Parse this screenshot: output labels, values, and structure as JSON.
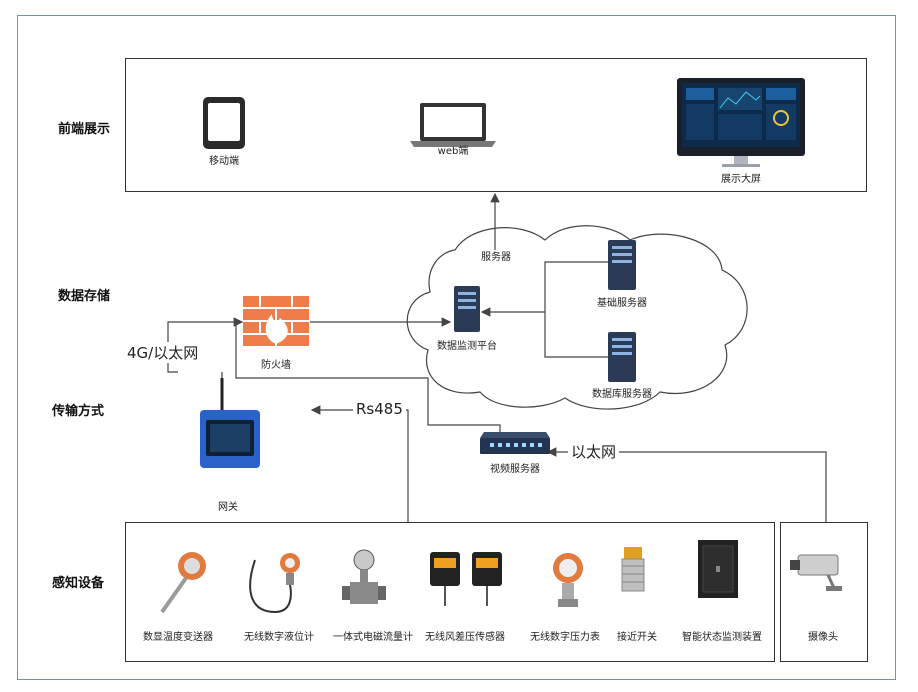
{
  "layers": {
    "frontend": "前端展示",
    "storage": "数据存储",
    "transport": "传输方式",
    "sensing": "感知设备"
  },
  "frontend_items": {
    "mobile": "移动端",
    "web": "web端",
    "bigscreen": "展示大屏"
  },
  "cloud": {
    "title": "服务器",
    "monitor_platform": "数据监测平台",
    "base_server": "基础服务器",
    "db_server": "数据库服务器"
  },
  "network": {
    "firewall": "防火墙",
    "gateway": "网关",
    "video_server": "视频服务器",
    "link_4g": "4G/以太网",
    "link_rs485": "Rs485",
    "link_ethernet": "以太网"
  },
  "devices": [
    "数显温度变送器",
    "无线数字液位计",
    "一体式电磁流量计",
    "无线风差压传感器",
    "无线数字压力表",
    "接近开关",
    "智能状态监测装置"
  ],
  "camera": "摄像头",
  "colors": {
    "frame_border": "#6b8fd6",
    "firewall": "#f07c4a",
    "server": "#2b3a55",
    "gateway": "#2a62c9"
  }
}
